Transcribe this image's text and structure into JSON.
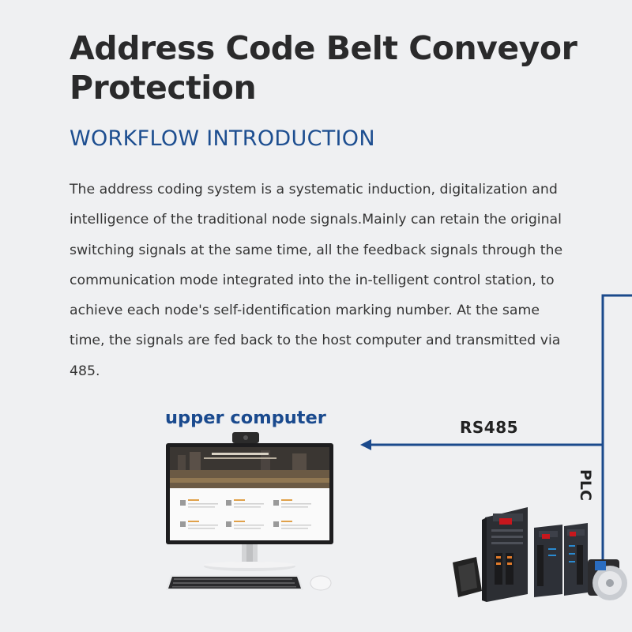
{
  "heading": {
    "title": "Address Code Belt Conveyor Protection",
    "subtitle": "WORKFLOW INTRODUCTION"
  },
  "intro": {
    "paragraph": "The address coding system is a systematic induction, digitalization and intelligence of the traditional node signals.Mainly can retain the original switching signals at the same time, all the feedback signals through the communication mode integrated into the in-telligent control station, to achieve each node's self-identification marking number. At the same time, the signals are fed back to the host computer and transmitted via 485."
  },
  "diagram": {
    "computer_label": "upper computer",
    "link_label": "RS485",
    "device_label": "PLC",
    "line_color": "#1b4a8c",
    "icons": [
      "webcam-icon",
      "monitor-icon",
      "keyboard-icon",
      "mouse-icon",
      "servo-drive-icon",
      "servo-motor-icon"
    ]
  }
}
